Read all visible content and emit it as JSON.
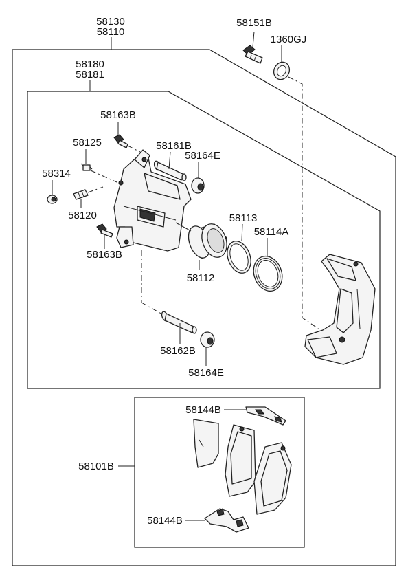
{
  "labels": {
    "outer_top": "58130",
    "outer_bottom": "58110",
    "inner_top": "58180",
    "inner_bottom": "58181",
    "bolt_58151b": "58151B",
    "washer_1360gj": "1360GJ",
    "bolt_58163b_top": "58163B",
    "pin_58125": "58125",
    "pin_58161b": "58161B",
    "boot_58164e_top": "58164E",
    "cap_58314": "58314",
    "bleeder_58120": "58120",
    "bolt_58163b_bottom": "58163B",
    "seal_58113": "58113",
    "boot_58114a": "58114A",
    "piston_58112": "58112",
    "pin_58162b": "58162B",
    "boot_58164e_bottom": "58164E",
    "shim_58144b_top": "58144B",
    "pad_kit_58101b": "58101B",
    "shim_58144b_bottom": "58144B"
  }
}
